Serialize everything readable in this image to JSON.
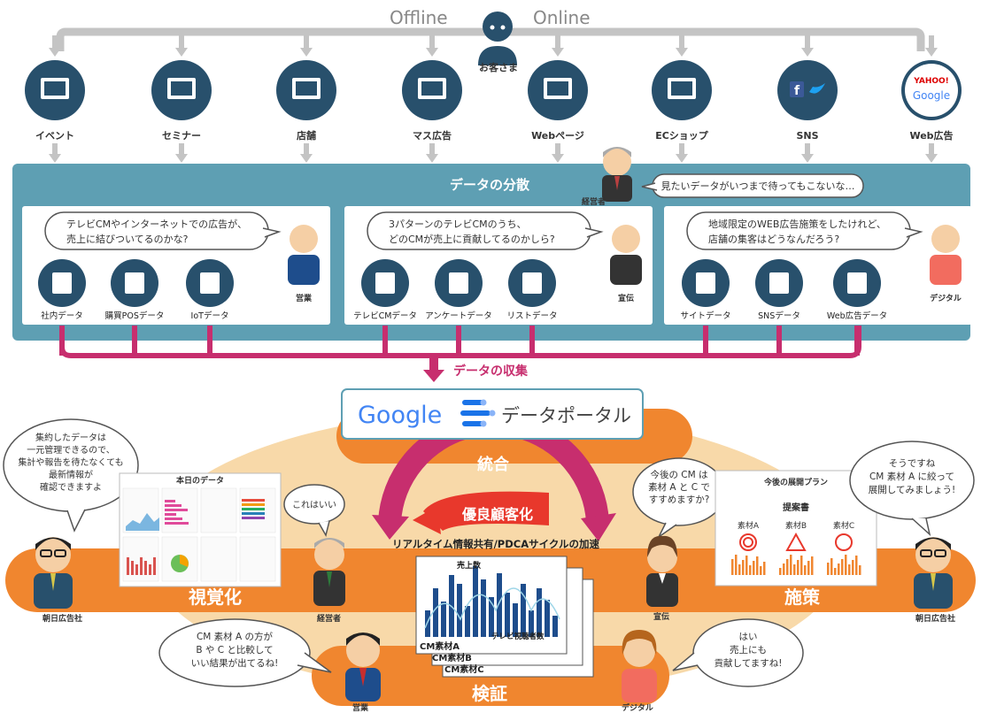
{
  "top": {
    "offline": "Offline",
    "online": "Online",
    "customer": "お客さま"
  },
  "channels": [
    "イベント",
    "セミナー",
    "店舗",
    "マス広告",
    "Webページ",
    "ECショップ",
    "SNS",
    "Web広告"
  ],
  "channel_icons": [
    "event-icon",
    "seminar-icon",
    "store-icon",
    "mass-ad-icon",
    "webpage-icon",
    "ec-shop-icon",
    "sns-icon",
    "web-ad-icon"
  ],
  "yahoo": "YAHOO!",
  "google_small": "Google",
  "dispersion": {
    "title": "データの分散",
    "exec_label": "経営者",
    "exec_bubble": "見たいデータがいつまで待ってもこないな…",
    "panels": [
      {
        "bubble1": "テレビCMやインターネットでの広告が、",
        "bubble2": "売上に結びついてるのかな?",
        "person": "営業",
        "items": [
          "社内データ",
          "購買POSデータ",
          "IoTデータ"
        ]
      },
      {
        "bubble1": "3パターンのテレビCMのうち、",
        "bubble2": "どのCMが売上に貢献してるのかしら?",
        "person": "宣伝",
        "items": [
          "テレビCMデータ",
          "アンケートデータ",
          "リストデータ"
        ]
      },
      {
        "bubble1": "地域限定のWEB広告施策をしたけれど、",
        "bubble2": "店舗の集客はどうなんだろう?",
        "person": "デジタル",
        "items": [
          "サイトデータ",
          "SNSデータ",
          "Web広告データ"
        ]
      }
    ]
  },
  "collect": "データの収集",
  "portal": {
    "google": "Google",
    "label": "データポータル"
  },
  "cycle": {
    "integrate": "統合",
    "visualize": "視覚化",
    "measure": "施策",
    "verify": "検証",
    "center": "優良顧客化",
    "speed": "リアルタイム情報共有/PDCAサイクルの加速"
  },
  "left": {
    "bubble": [
      "集約したデータは",
      "一元管理できるので、",
      "集計や報告を待たなくても",
      "最新情報が",
      "確認できますよ"
    ],
    "dashboard_title": "本日のデータ",
    "agency": "朝日広告社",
    "exec_bubble": "これはいい",
    "exec_label": "経営者"
  },
  "chart": {
    "sales": "売上数",
    "viewers": "テレビ視聴者数",
    "cards": [
      "CM素材A",
      "CM素材B",
      "CM素材C"
    ]
  },
  "right": {
    "q_bubble": [
      "今後の CM は",
      "素材 A と C で",
      "すすめますか?"
    ],
    "plan_title": "今後の展開プラン",
    "proposal": "提案書",
    "materials": [
      "素材A",
      "素材B",
      "素材C"
    ],
    "agency_bubble": [
      "そうですね",
      "CM 素材 A に絞って",
      "展開してみましょう!"
    ],
    "agency": "朝日広告社",
    "promo_label": "宣伝"
  },
  "bottom": {
    "left_bubble": [
      "CM 素材 A の方が",
      "B や C と比較して",
      "いい結果が出てるね!"
    ],
    "right_bubble": [
      "はい",
      "売上にも",
      "貢献してますね!"
    ],
    "sales_label": "営業",
    "digital_label": "デジタル"
  },
  "colors": {
    "teal": "#5e9fb3",
    "navy": "#28506c",
    "orange": "#f0862f",
    "magenta": "#c72e6e",
    "cream": "#f8d9a9",
    "gray": "#bdbdbd"
  }
}
